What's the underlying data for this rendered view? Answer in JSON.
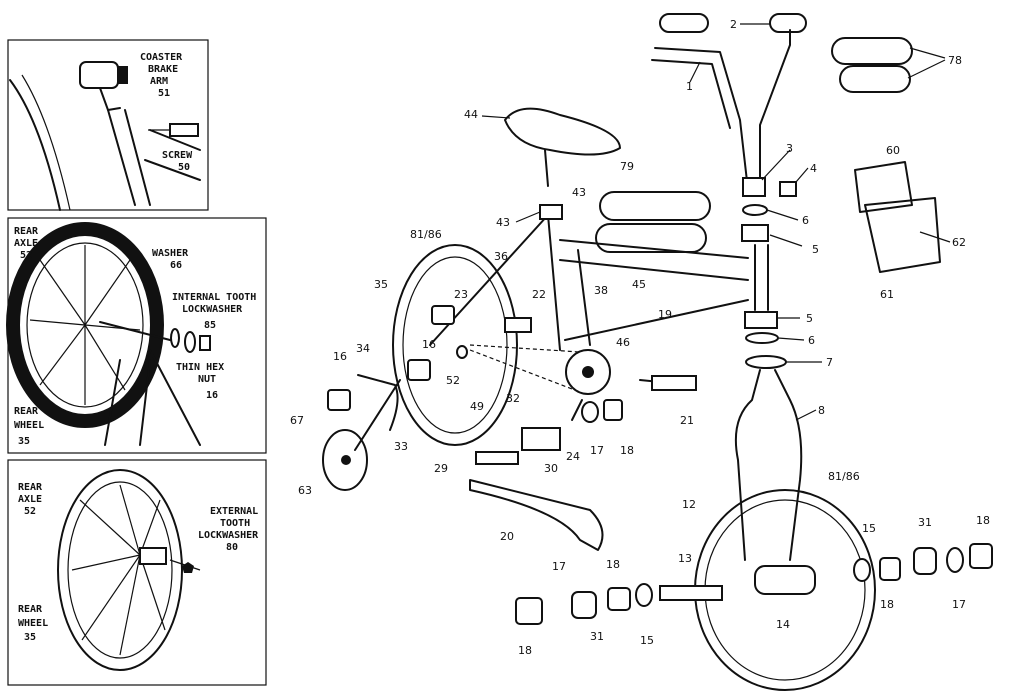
{
  "callouts": {
    "c1": "1",
    "c2": "2",
    "c3": "3",
    "c4": "4",
    "c5a": "5",
    "c5b": "5",
    "c6a": "6",
    "c6b": "6",
    "c7": "7",
    "c8": "8",
    "c12": "12",
    "c13": "13",
    "c14": "14",
    "c15a": "15",
    "c15b": "15",
    "c16a": "16",
    "c16b": "16",
    "c17a": "17",
    "c17b": "17",
    "c17c": "17",
    "c18a": "18",
    "c18b": "18",
    "c18c": "18",
    "c18d": "18",
    "c18e": "18",
    "c19": "19",
    "c20": "20",
    "c21": "21",
    "c22": "22",
    "c23": "23",
    "c24": "24",
    "c29": "29",
    "c30": "30",
    "c31a": "31",
    "c31b": "31",
    "c32": "32",
    "c33": "33",
    "c34": "34",
    "c35": "35",
    "c36": "36",
    "c38": "38",
    "c43a": "43",
    "c43b": "43",
    "c44": "44",
    "c45": "45",
    "c46": "46",
    "c49": "49",
    "c52": "52",
    "c60": "60",
    "c61": "61",
    "c62": "62",
    "c63": "63",
    "c67": "67",
    "c78": "78",
    "c79": "79",
    "c81a": "81/86",
    "c81b": "81/86"
  },
  "inset_coaster": {
    "arm_l1": "COASTER",
    "arm_l2": "BRAKE",
    "arm_l3": "ARM",
    "arm_num": "51",
    "screw": "SCREW",
    "screw_num": "50"
  },
  "inset_internal": {
    "axle_l1": "REAR",
    "axle_l2": "AXLE",
    "axle_num": "52",
    "washer": "WASHER",
    "washer_num": "66",
    "lock_l1": "INTERNAL TOOTH",
    "lock_l2": "LOCKWASHER",
    "lock_num": "85",
    "nut_l1": "THIN HEX",
    "nut_l2": "NUT",
    "nut_num": "16",
    "wheel_l1": "REAR",
    "wheel_l2": "WHEEL",
    "wheel_num": "35"
  },
  "inset_external": {
    "axle_l1": "REAR",
    "axle_l2": "AXLE",
    "axle_num": "52",
    "lock_l1": "EXTERNAL",
    "lock_l2": "TOOTH",
    "lock_l3": "LOCKWASHER",
    "lock_num": "80",
    "wheel_l1": "REAR",
    "wheel_l2": "WHEEL",
    "wheel_num": "35"
  }
}
